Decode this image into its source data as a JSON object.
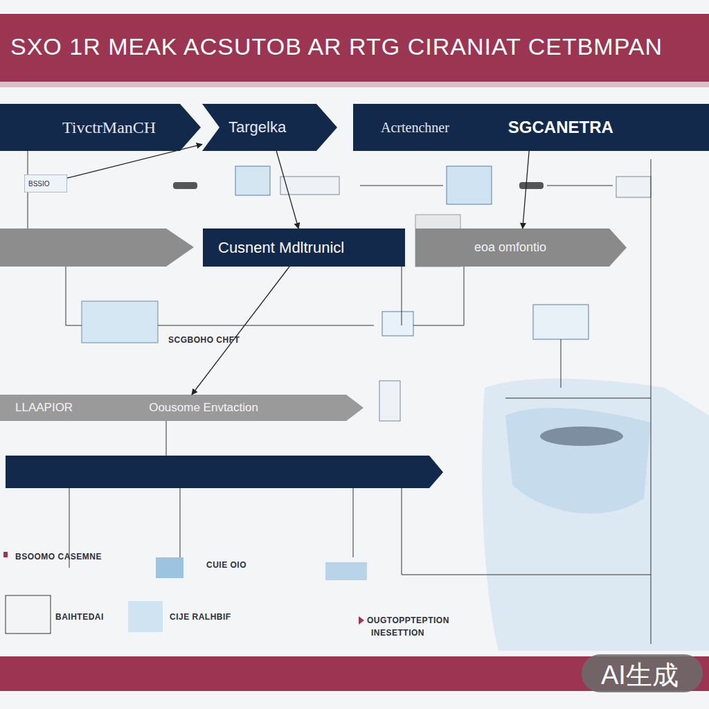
{
  "diagram": {
    "title": "SXO 1R MEAK ACSUTOB AR RTG CIRANIAT CETBMPAN",
    "nodes": [
      {
        "text": [
          "TivctrManCH"
        ]
      },
      {
        "text": [
          "Targelka"
        ]
      },
      {
        "text": [
          "Acrtenchner",
          "SGCANETRA"
        ]
      },
      {
        "text": [
          "BSSIO"
        ]
      },
      {
        "text": [
          "Cusnent Mdltrunicl"
        ]
      },
      {
        "text": [
          "eoa omfontio"
        ]
      },
      {
        "text": [
          "LLAAPIOR",
          "Oousome Envtaction"
        ]
      }
    ],
    "edges": [
      {
        "from": 3,
        "to": 1,
        "arrow": "to"
      },
      {
        "from": 1,
        "to": 4,
        "arrow": "to"
      },
      {
        "from": 2,
        "to": 5,
        "arrow": "to"
      },
      {
        "from": 4,
        "to": 6,
        "arrow": "to"
      }
    ],
    "labels": [
      "SCGBOHO CHFT",
      "CUIE OIO",
      "BSOOMO CASEMNE",
      "BAIHTEDAI",
      "CIJE RALHBIF",
      "OUGTOPPTEPTION",
      "INESETTION",
      "AI生成"
    ]
  }
}
